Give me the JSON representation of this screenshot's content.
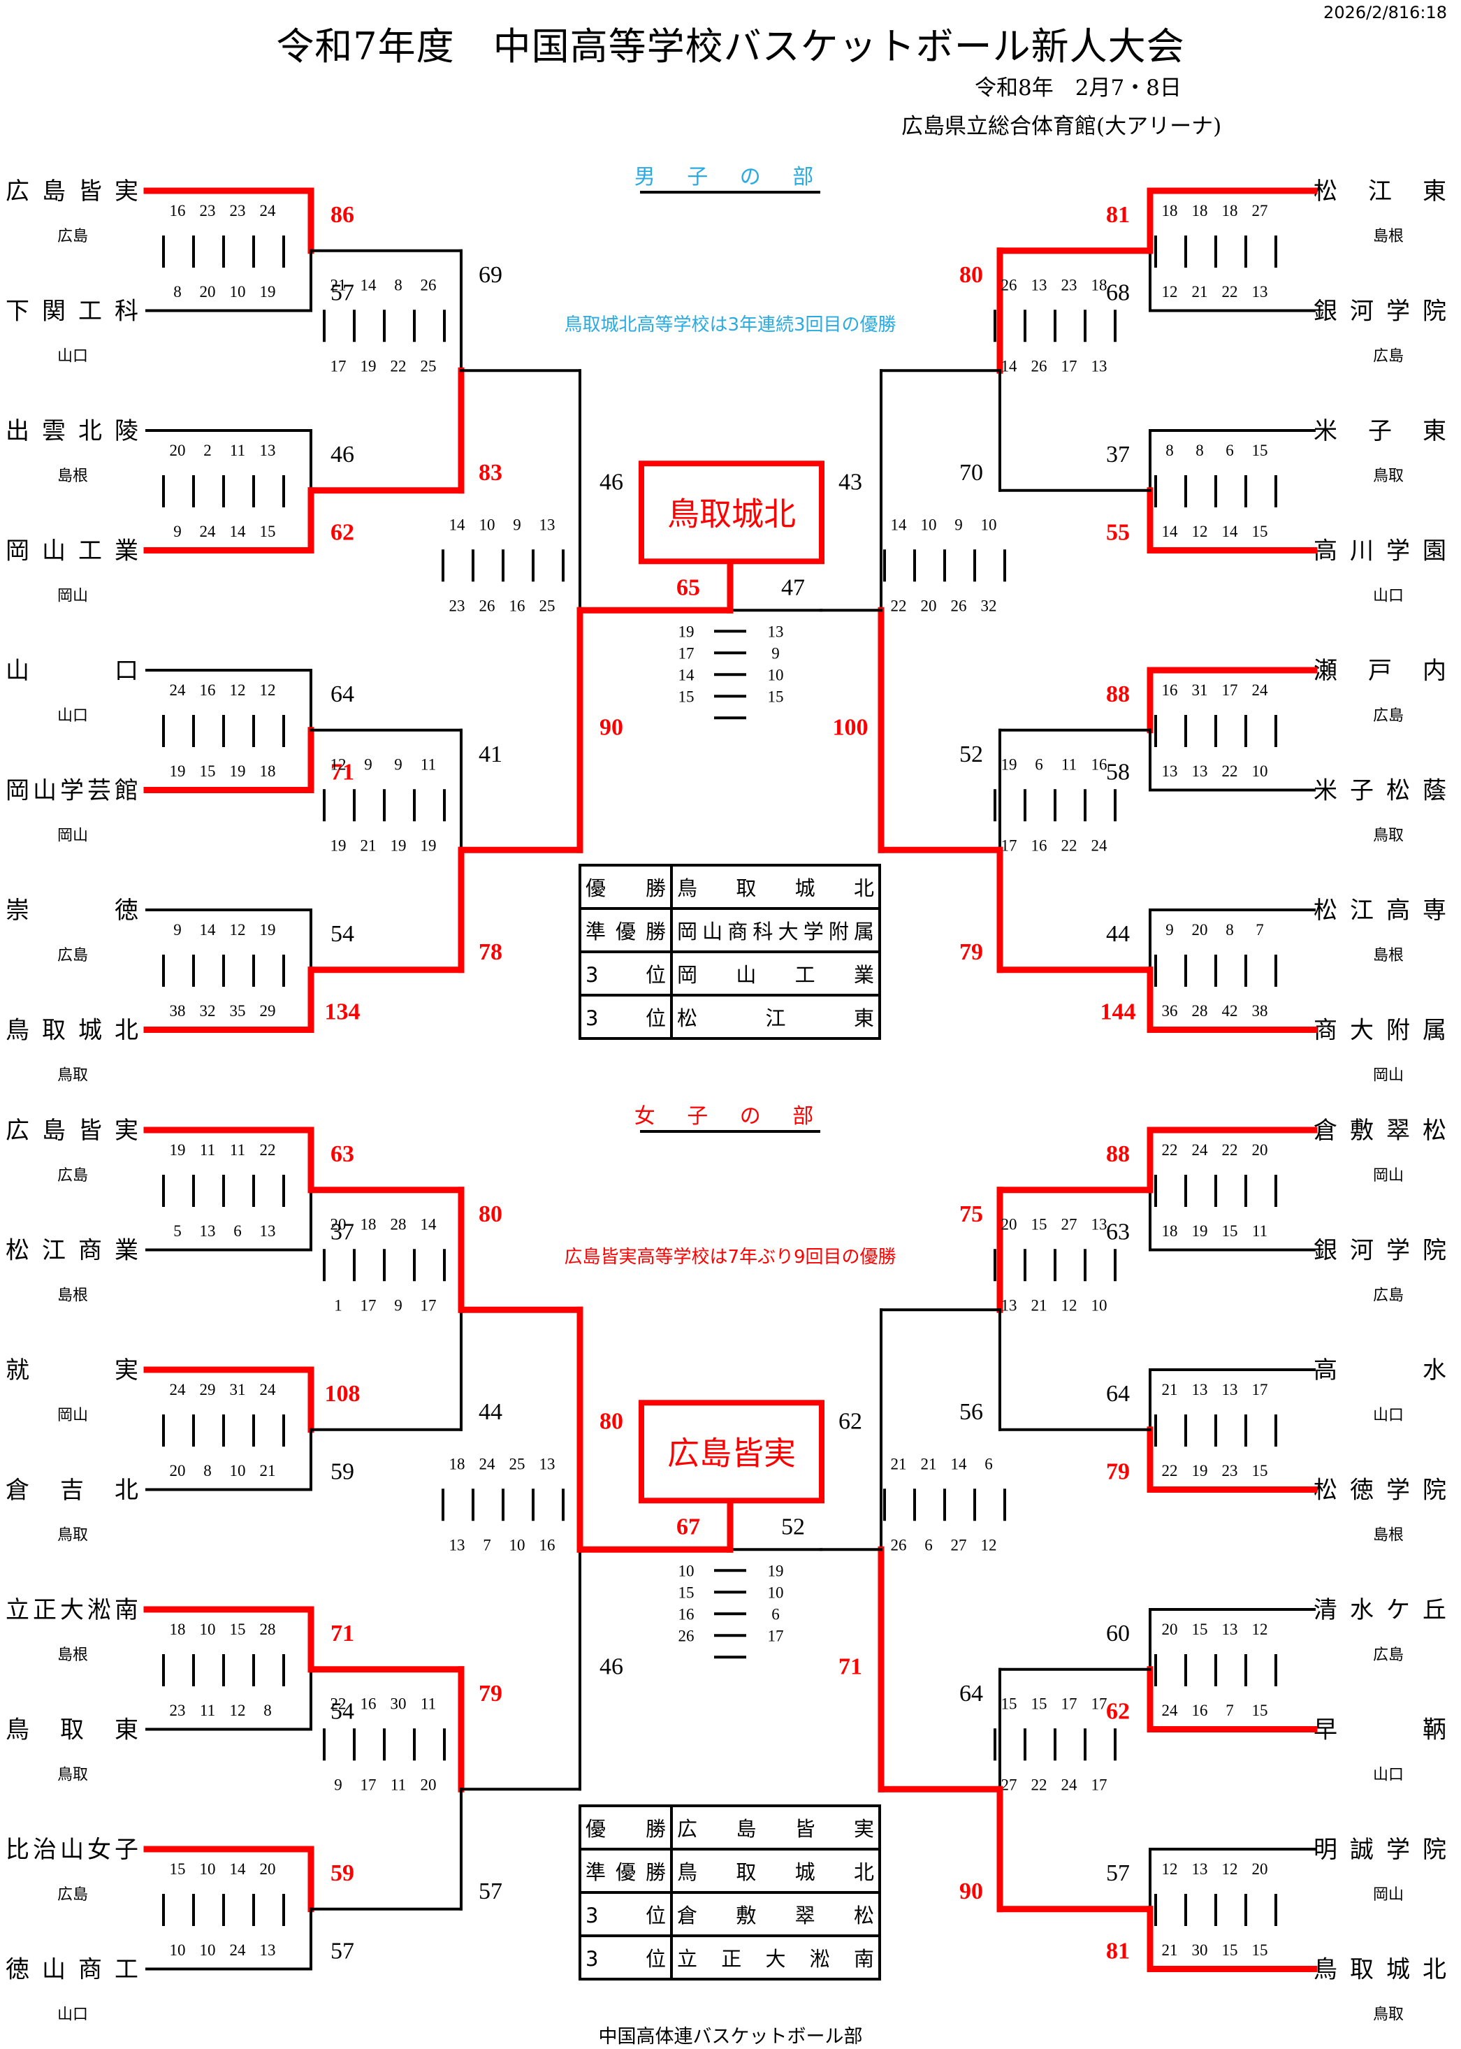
{
  "header": {
    "title": "令和7年度　中国高等学校バスケットボール新人大会",
    "timestamp": "2026/2/816:18",
    "date": "令和8年　2月7・8日",
    "venue": "広島県立総合体育館(大アリーナ)"
  },
  "footer": "中国高体連バスケットボール部",
  "colors": {
    "win": "#ff0000",
    "lose": "#000000",
    "mens_accent": "#29abe2",
    "womens_accent": "#ff0000"
  },
  "men": {
    "section_title": "男子の部",
    "note": "鳥取城北高等学校は3年連続3回目の優勝",
    "champion": "鳥取城北",
    "left_teams": [
      {
        "name": "広島皆実",
        "pref": "広島"
      },
      {
        "name": "下関工科",
        "pref": "山口"
      },
      {
        "name": "出雲北陵",
        "pref": "島根"
      },
      {
        "name": "岡山工業",
        "pref": "岡山"
      },
      {
        "name": "山口",
        "pref": "山口"
      },
      {
        "name": "岡山学芸館",
        "pref": "岡山"
      },
      {
        "name": "崇徳",
        "pref": "広島"
      },
      {
        "name": "鳥取城北",
        "pref": "鳥取"
      }
    ],
    "right_teams": [
      {
        "name": "松江東",
        "pref": "島根"
      },
      {
        "name": "銀河学院",
        "pref": "広島"
      },
      {
        "name": "米子東",
        "pref": "鳥取"
      },
      {
        "name": "高川学園",
        "pref": "山口"
      },
      {
        "name": "瀬戸内",
        "pref": "広島"
      },
      {
        "name": "米子松蔭",
        "pref": "鳥取"
      },
      {
        "name": "松江高専",
        "pref": "島根"
      },
      {
        "name": "商大附属",
        "pref": "岡山"
      }
    ],
    "left_r1": [
      {
        "top": {
          "score": 86,
          "q": [
            16,
            23,
            23,
            24
          ]
        },
        "bottom": {
          "score": 57,
          "q": [
            8,
            20,
            10,
            19
          ]
        },
        "winner": "top"
      },
      {
        "top": {
          "score": 46,
          "q": [
            20,
            2,
            11,
            13
          ]
        },
        "bottom": {
          "score": 62,
          "q": [
            9,
            24,
            14,
            15
          ]
        },
        "winner": "bottom"
      },
      {
        "top": {
          "score": 64,
          "q": [
            24,
            16,
            12,
            12
          ]
        },
        "bottom": {
          "score": 71,
          "q": [
            19,
            15,
            19,
            18
          ]
        },
        "winner": "bottom"
      },
      {
        "top": {
          "score": 54,
          "q": [
            9,
            14,
            12,
            19
          ]
        },
        "bottom": {
          "score": 134,
          "q": [
            38,
            32,
            35,
            29
          ]
        },
        "winner": "bottom"
      }
    ],
    "left_r2": [
      {
        "top": {
          "score": 69,
          "q": [
            21,
            14,
            8,
            26
          ]
        },
        "bottom": {
          "score": 83,
          "q": [
            17,
            19,
            22,
            25
          ]
        },
        "winner": "bottom"
      },
      {
        "top": {
          "score": 41,
          "q": [
            12,
            9,
            9,
            11
          ]
        },
        "bottom": {
          "score": 78,
          "q": [
            19,
            21,
            19,
            19
          ]
        },
        "winner": "bottom"
      }
    ],
    "left_sf": {
      "top": {
        "score": 46,
        "q": [
          14,
          10,
          9,
          13
        ]
      },
      "bottom": {
        "score": 90,
        "q": [
          23,
          26,
          16,
          25
        ]
      },
      "winner": "bottom"
    },
    "right_r1": [
      {
        "top": {
          "score": 81,
          "q": [
            18,
            18,
            18,
            27
          ]
        },
        "bottom": {
          "score": 68,
          "q": [
            12,
            21,
            22,
            13
          ]
        },
        "winner": "top"
      },
      {
        "top": {
          "score": 37,
          "q": [
            8,
            8,
            6,
            15
          ]
        },
        "bottom": {
          "score": 55,
          "q": [
            14,
            12,
            14,
            15
          ]
        },
        "winner": "bottom"
      },
      {
        "top": {
          "score": 88,
          "q": [
            16,
            31,
            17,
            24
          ]
        },
        "bottom": {
          "score": 58,
          "q": [
            13,
            13,
            22,
            10
          ]
        },
        "winner": "top"
      },
      {
        "top": {
          "score": 44,
          "q": [
            9,
            20,
            8,
            7
          ]
        },
        "bottom": {
          "score": 144,
          "q": [
            36,
            28,
            42,
            38
          ]
        },
        "winner": "bottom"
      }
    ],
    "right_r2": [
      {
        "top": {
          "score": 80,
          "q": [
            26,
            13,
            23,
            18
          ]
        },
        "bottom": {
          "score": 70,
          "q": [
            14,
            26,
            17,
            13
          ]
        },
        "winner": "top"
      },
      {
        "top": {
          "score": 52,
          "q": [
            19,
            6,
            11,
            16
          ]
        },
        "bottom": {
          "score": 79,
          "q": [
            17,
            16,
            22,
            24
          ]
        },
        "winner": "bottom"
      }
    ],
    "right_sf": {
      "top": {
        "score": 43,
        "q": [
          14,
          10,
          9,
          10
        ]
      },
      "bottom": {
        "score": 100,
        "q": [
          22,
          20,
          26,
          32
        ]
      },
      "winner": "bottom"
    },
    "final": {
      "left": {
        "score": 65,
        "q": [
          19,
          17,
          14,
          15
        ]
      },
      "right": {
        "score": 47,
        "q": [
          13,
          9,
          10,
          15
        ]
      },
      "winner": "left"
    },
    "results": [
      {
        "label": "優勝",
        "team": "鳥取城北"
      },
      {
        "label": "準優勝",
        "team": "岡山商科大学附属"
      },
      {
        "label": "3位",
        "team": "岡山工業"
      },
      {
        "label": "3位",
        "team": "松江東"
      }
    ]
  },
  "women": {
    "section_title": "女子の部",
    "note": "広島皆実高等学校は7年ぶり9回目の優勝",
    "champion": "広島皆実",
    "left_teams": [
      {
        "name": "広島皆実",
        "pref": "広島"
      },
      {
        "name": "松江商業",
        "pref": "島根"
      },
      {
        "name": "就実",
        "pref": "岡山"
      },
      {
        "name": "倉吉北",
        "pref": "鳥取"
      },
      {
        "name": "立正大淞南",
        "pref": "島根"
      },
      {
        "name": "鳥取東",
        "pref": "鳥取"
      },
      {
        "name": "比治山女子",
        "pref": "広島"
      },
      {
        "name": "徳山商工",
        "pref": "山口"
      }
    ],
    "right_teams": [
      {
        "name": "倉敷翠松",
        "pref": "岡山"
      },
      {
        "name": "銀河学院",
        "pref": "広島"
      },
      {
        "name": "高水",
        "pref": "山口"
      },
      {
        "name": "松徳学院",
        "pref": "島根"
      },
      {
        "name": "清水ケ丘",
        "pref": "広島"
      },
      {
        "name": "早鞆",
        "pref": "山口"
      },
      {
        "name": "明誠学院",
        "pref": "岡山"
      },
      {
        "name": "鳥取城北",
        "pref": "鳥取"
      }
    ],
    "left_r1": [
      {
        "top": {
          "score": 63,
          "q": [
            19,
            11,
            11,
            22
          ]
        },
        "bottom": {
          "score": 37,
          "q": [
            5,
            13,
            6,
            13
          ]
        },
        "winner": "top"
      },
      {
        "top": {
          "score": 108,
          "q": [
            24,
            29,
            31,
            24
          ]
        },
        "bottom": {
          "score": 59,
          "q": [
            20,
            8,
            10,
            21
          ]
        },
        "winner": "top"
      },
      {
        "top": {
          "score": 71,
          "q": [
            18,
            10,
            15,
            28
          ]
        },
        "bottom": {
          "score": 54,
          "q": [
            23,
            11,
            12,
            8
          ]
        },
        "winner": "top"
      },
      {
        "top": {
          "score": 59,
          "q": [
            15,
            10,
            14,
            20
          ]
        },
        "bottom": {
          "score": 57,
          "q": [
            10,
            10,
            24,
            13
          ]
        },
        "winner": "top"
      }
    ],
    "left_r2": [
      {
        "top": {
          "score": 80,
          "q": [
            20,
            18,
            28,
            14
          ]
        },
        "bottom": {
          "score": 44,
          "q": [
            1,
            17,
            9,
            17
          ]
        },
        "winner": "top"
      },
      {
        "top": {
          "score": 79,
          "q": [
            22,
            16,
            30,
            11
          ]
        },
        "bottom": {
          "score": 57,
          "q": [
            9,
            17,
            11,
            20
          ]
        },
        "winner": "top"
      }
    ],
    "left_sf": {
      "top": {
        "score": 80,
        "q": [
          18,
          24,
          25,
          13
        ]
      },
      "bottom": {
        "score": 46,
        "q": [
          13,
          7,
          10,
          16
        ]
      },
      "winner": "top"
    },
    "right_r1": [
      {
        "top": {
          "score": 88,
          "q": [
            22,
            24,
            22,
            20
          ]
        },
        "bottom": {
          "score": 63,
          "q": [
            18,
            19,
            15,
            11
          ]
        },
        "winner": "top"
      },
      {
        "top": {
          "score": 64,
          "q": [
            21,
            13,
            13,
            17
          ]
        },
        "bottom": {
          "score": 79,
          "q": [
            22,
            19,
            23,
            15
          ]
        },
        "winner": "bottom"
      },
      {
        "top": {
          "score": 60,
          "q": [
            20,
            15,
            13,
            12
          ]
        },
        "bottom": {
          "score": 62,
          "q": [
            24,
            16,
            7,
            15
          ]
        },
        "winner": "bottom"
      },
      {
        "top": {
          "score": 57,
          "q": [
            12,
            13,
            12,
            20
          ]
        },
        "bottom": {
          "score": 81,
          "q": [
            21,
            30,
            15,
            15
          ]
        },
        "winner": "bottom"
      }
    ],
    "right_r2": [
      {
        "top": {
          "score": 75,
          "q": [
            20,
            15,
            27,
            13
          ]
        },
        "bottom": {
          "score": 56,
          "q": [
            13,
            21,
            12,
            10
          ]
        },
        "winner": "top"
      },
      {
        "top": {
          "score": 64,
          "q": [
            15,
            15,
            17,
            17
          ]
        },
        "bottom": {
          "score": 90,
          "q": [
            27,
            22,
            24,
            17
          ]
        },
        "winner": "bottom"
      }
    ],
    "right_sf": {
      "top": {
        "score": 62,
        "q": [
          21,
          21,
          14,
          6
        ]
      },
      "bottom": {
        "score": 71,
        "q": [
          26,
          6,
          27,
          12
        ]
      },
      "winner": "bottom"
    },
    "final": {
      "left": {
        "score": 67,
        "q": [
          10,
          15,
          16,
          26
        ]
      },
      "right": {
        "score": 52,
        "q": [
          19,
          10,
          6,
          17
        ]
      },
      "winner": "left"
    },
    "results": [
      {
        "label": "優勝",
        "team": "広島皆実"
      },
      {
        "label": "準優勝",
        "team": "鳥取城北"
      },
      {
        "label": "3位",
        "team": "倉敷翠松"
      },
      {
        "label": "3位",
        "team": "立正大淞南"
      }
    ]
  }
}
